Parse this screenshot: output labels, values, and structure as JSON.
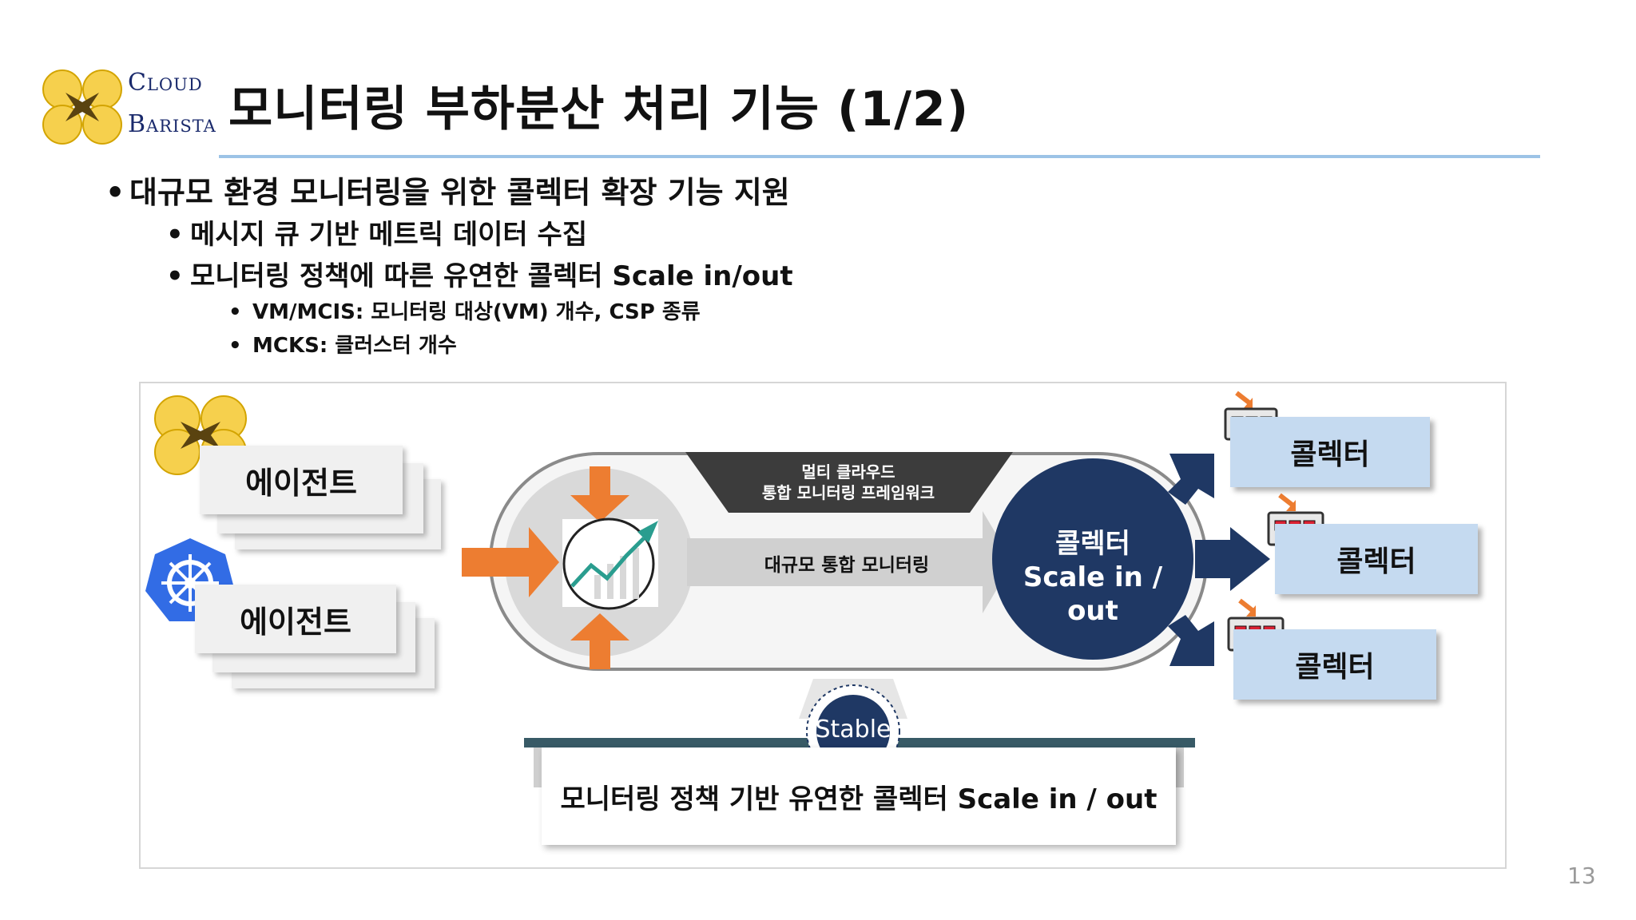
{
  "logo": {
    "line1": "Cloud",
    "line2": "Barista"
  },
  "title": "모니터링 부하분산 처리 기능 (1/2)",
  "bullets": {
    "main": "대규모 환경 모니터링을 위한 콜렉터 확장 기능 지원",
    "sub1": "메시지 큐 기반 메트릭 데이터 수집",
    "sub2": "모니터링 정책에 따른 유연한 콜렉터 Scale in/out",
    "sub2a": "VM/MCIS: 모니터링 대상(VM) 개수, CSP 종류",
    "sub2b": "MCKS: 클러스터 개수"
  },
  "diagram": {
    "agent1": "에이전트",
    "agent2": "에이전트",
    "banner": [
      "멀티 클라우드",
      "통합 모니터링 프레임워크"
    ],
    "center_label": "대규모 통합 모니터링",
    "scale_circle": [
      "콜렉터",
      "Scale in /",
      "out"
    ],
    "collectors": [
      "콜렉터",
      "콜렉터",
      "콜렉터"
    ],
    "stable": "Stable",
    "caption": "모니터링 정책 기반 유연한 콜렉터 Scale in / out"
  },
  "page_number": "13",
  "colors": {
    "navy": "#1f3864",
    "orange": "#ed7d31",
    "collector_fill": "#c5daf0",
    "rule": "#9cc3e6",
    "k8s_blue": "#326ce5"
  }
}
